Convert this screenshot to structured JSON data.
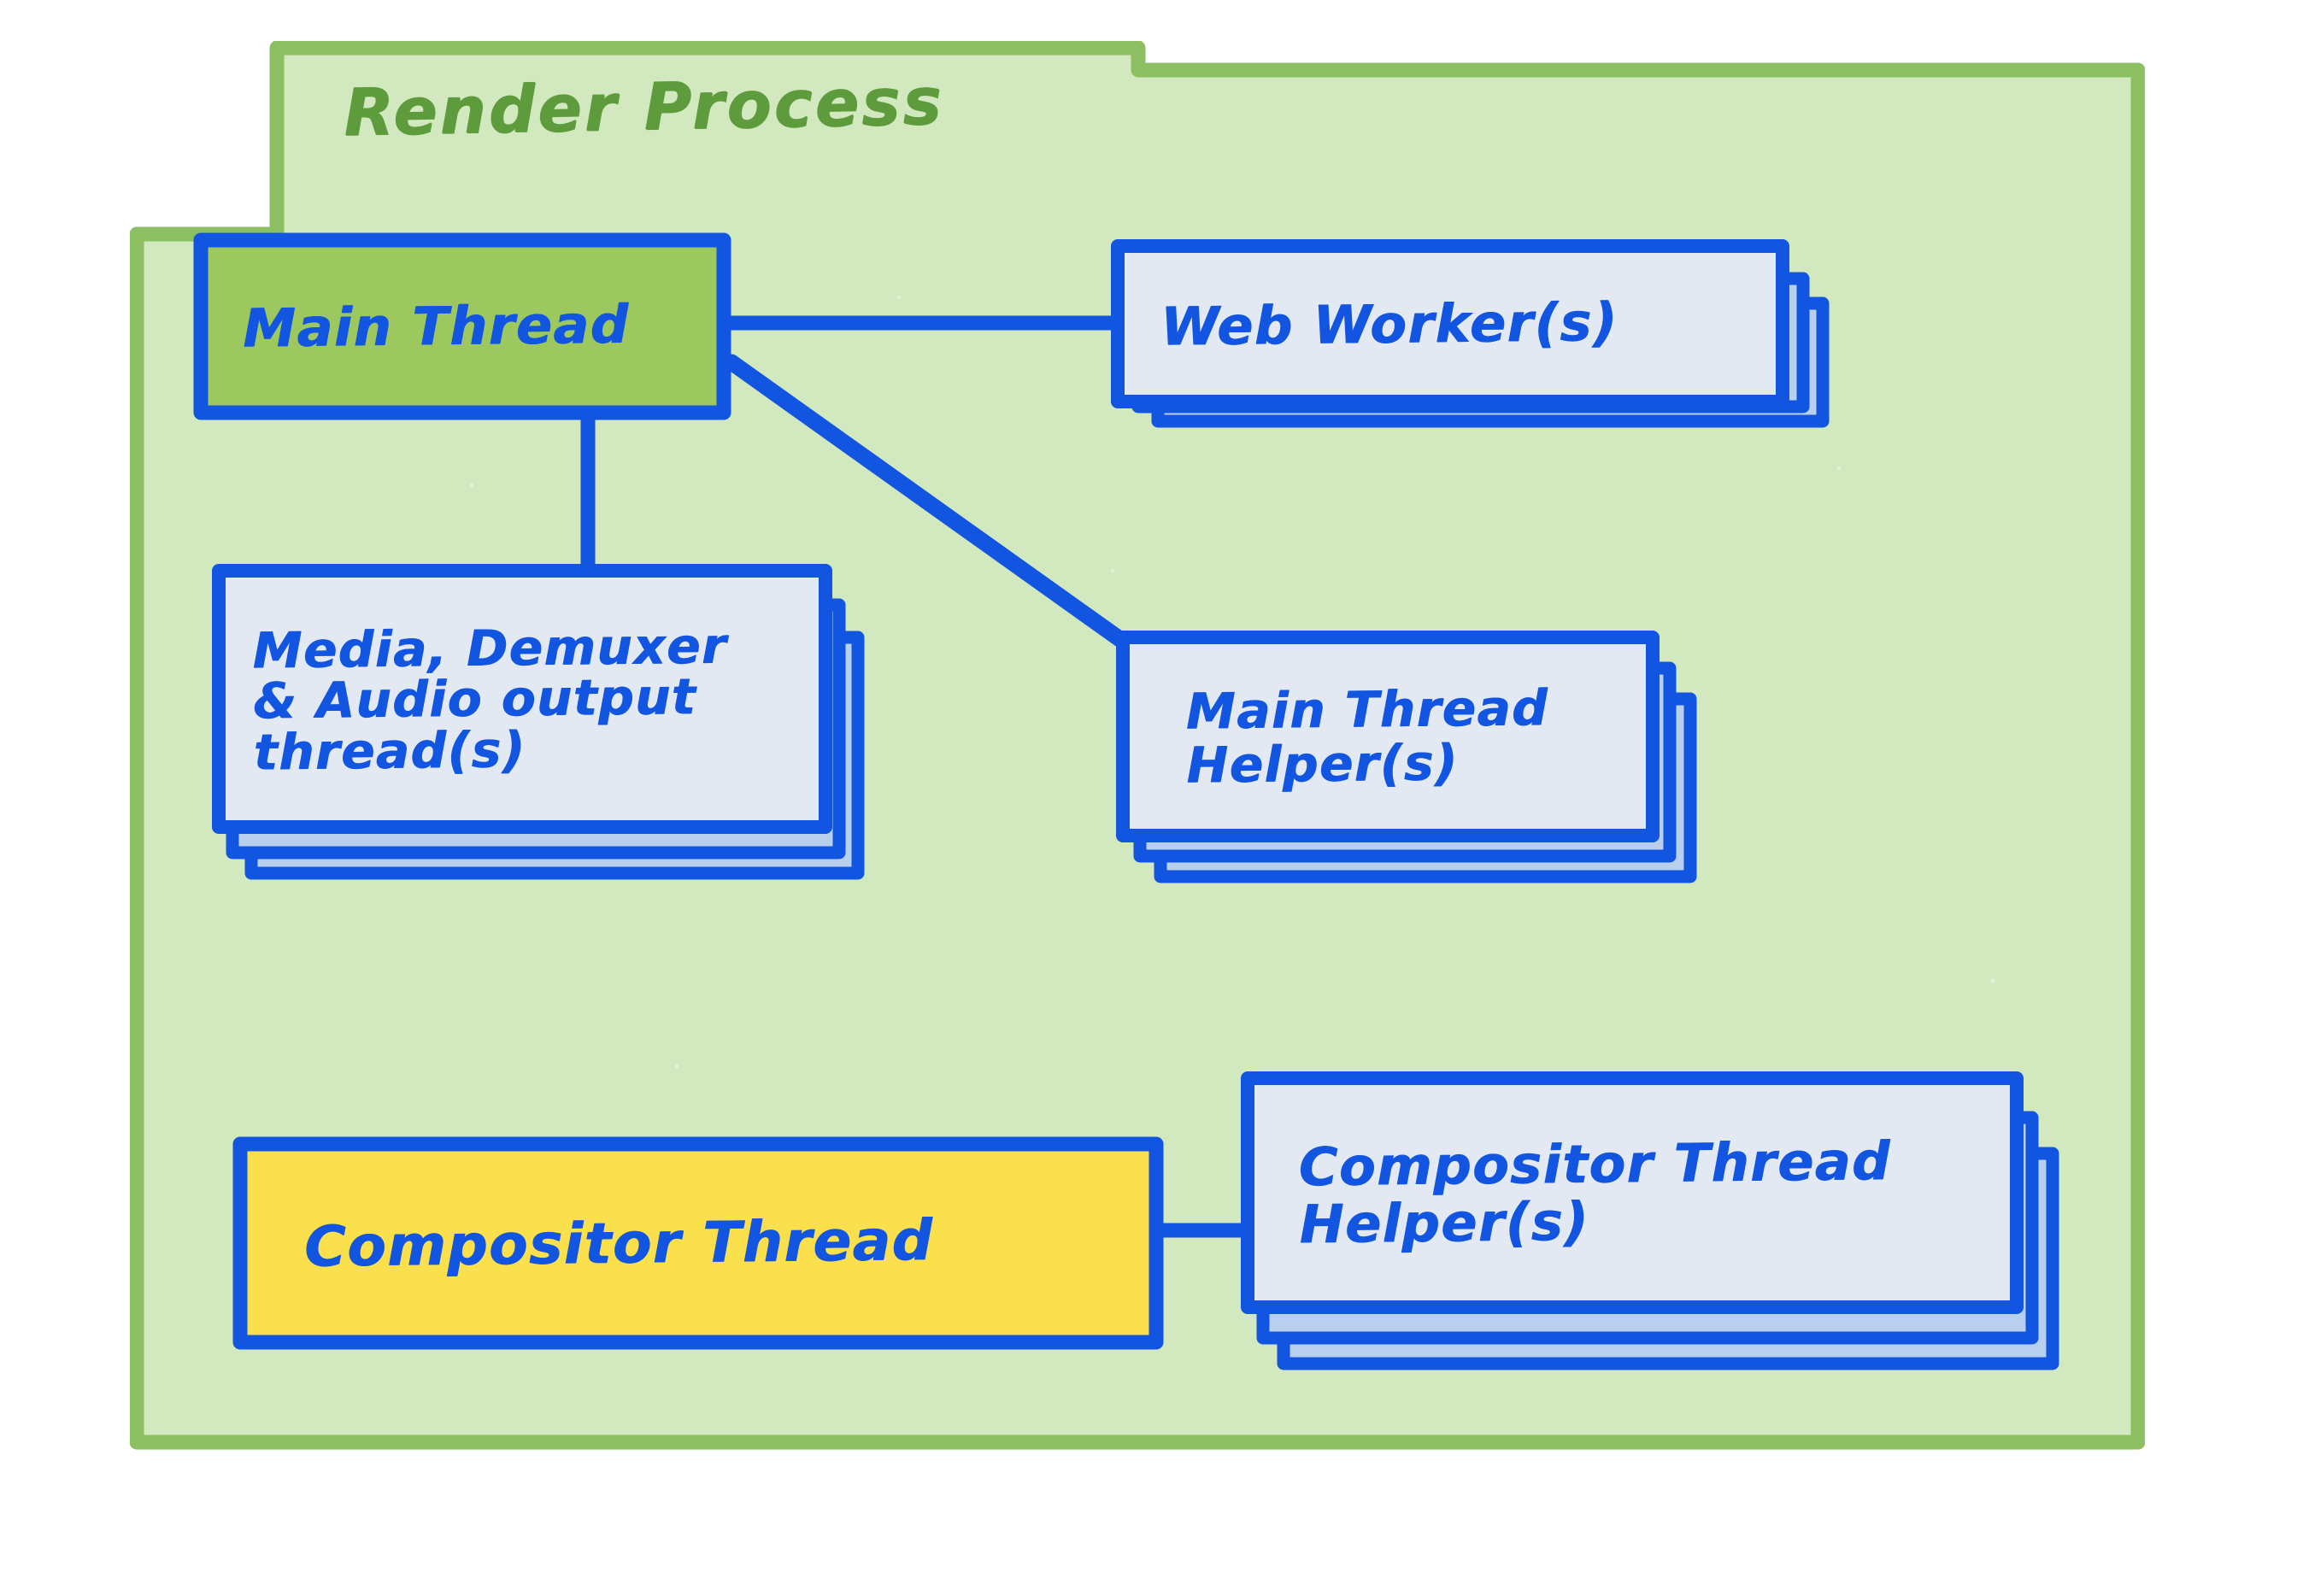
{
  "diagram": {
    "title": "Render Process",
    "colors": {
      "frame_border": "#8CBF62",
      "frame_fill": "#D2E8BE",
      "title_text": "#5E9B3D",
      "node_border": "#1155E0",
      "node_text": "#1155E0",
      "main_thread_fill": "#9CC85F",
      "default_node_fill": "#E3E9F3",
      "stack_shadow_fill": "#B8D0EE",
      "compositor_thread_fill": "#FBE04E",
      "page_background": "#FFFFFF"
    },
    "nodes": [
      {
        "id": "main-thread",
        "label": "Main Thread",
        "fill": "#9CC85F",
        "stacked": false,
        "stack_count": 1
      },
      {
        "id": "web-workers",
        "label": "Web Worker(s)",
        "fill": "#E3E9F3",
        "stacked": true,
        "stack_count": 3
      },
      {
        "id": "media-threads",
        "label": "Media, Demuxer\n& Audio output\n   thread(s)",
        "fill": "#E3E9F3",
        "stacked": true,
        "stack_count": 3
      },
      {
        "id": "main-thread-helpers",
        "label": "Main Thread\nHelper(s)",
        "fill": "#E3E9F3",
        "stacked": true,
        "stack_count": 3
      },
      {
        "id": "compositor-thread",
        "label": "Compositor Thread",
        "fill": "#FBE04E",
        "stacked": false,
        "stack_count": 1
      },
      {
        "id": "compositor-helpers",
        "label": "Compositor Thread\n  Helper(s)",
        "fill": "#E3E9F3",
        "stacked": true,
        "stack_count": 3
      }
    ],
    "connections": [
      {
        "from": "main-thread",
        "to": "web-workers",
        "style": "horizontal"
      },
      {
        "from": "main-thread",
        "to": "main-thread-helpers",
        "style": "diagonal"
      },
      {
        "from": "main-thread",
        "to": "media-threads",
        "style": "vertical"
      },
      {
        "from": "compositor-thread",
        "to": "compositor-helpers",
        "style": "horizontal"
      }
    ]
  }
}
